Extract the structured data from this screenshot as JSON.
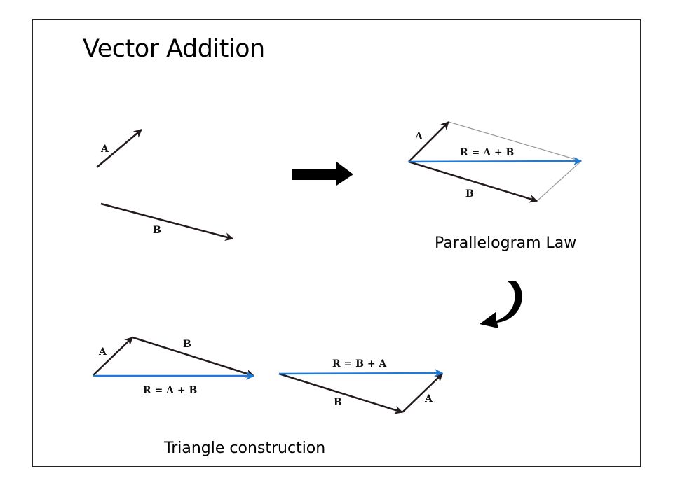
{
  "title": "Vector Addition",
  "captions": {
    "parallelogram": "Parallelogram Law",
    "triangle": "Triangle construction"
  },
  "labels": {
    "a": "A",
    "b": "B",
    "r_ab": "R = A + B",
    "r_ba": "R = B + A"
  },
  "colors": {
    "vector": "#231a1c",
    "resultant": "#1f7ad6",
    "parallelogram_edge": "#9a9a9a",
    "frame": "#222222"
  },
  "icons": {
    "step_arrow": "right-arrow-icon",
    "next_arrow": "curved-down-left-arrow-icon"
  }
}
